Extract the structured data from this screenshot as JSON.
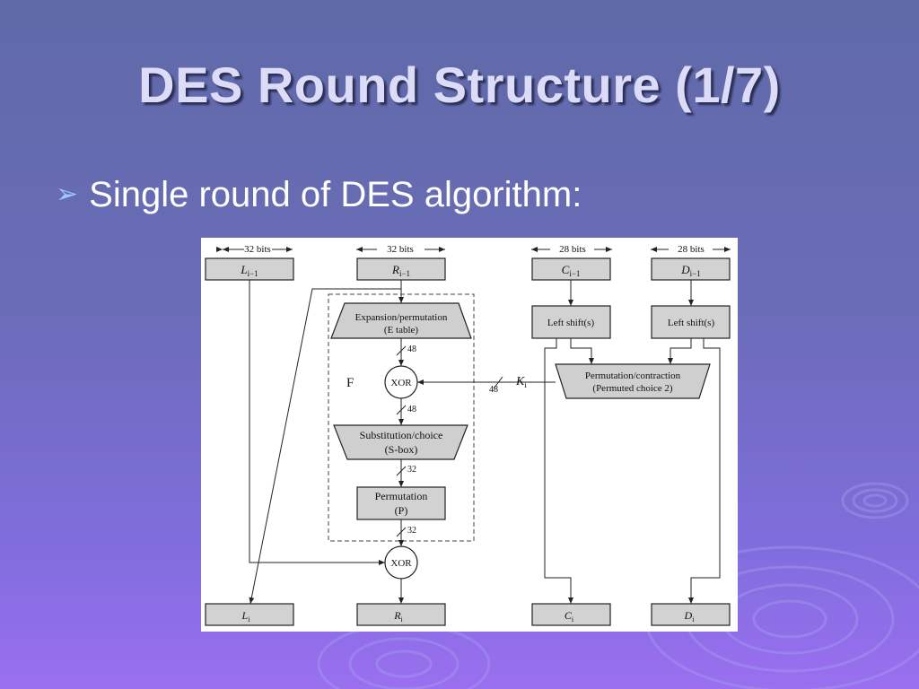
{
  "slide": {
    "title": "DES Round Structure (1/7)",
    "bullet": "Single round of DES algorithm:",
    "bullet_icon": "arrow-bullet-icon"
  },
  "diagram": {
    "widths": [
      "32 bits",
      "32 bits",
      "28 bits",
      "28 bits"
    ],
    "top_registers": [
      {
        "var": "L",
        "sub": "i−1"
      },
      {
        "var": "R",
        "sub": "i−1"
      },
      {
        "var": "C",
        "sub": "i−1"
      },
      {
        "var": "D",
        "sub": "i−1"
      }
    ],
    "bottom_registers": [
      {
        "var": "L",
        "sub": "i"
      },
      {
        "var": "R",
        "sub": "i"
      },
      {
        "var": "C",
        "sub": "i"
      },
      {
        "var": "D",
        "sub": "i"
      }
    ],
    "expansion": [
      "Expansion/permutation",
      "(E table)"
    ],
    "xor": "XOR",
    "f_label": "F",
    "substitution": [
      "Substitution/choice",
      "(S-box)"
    ],
    "permutation": [
      "Permutation",
      "(P)"
    ],
    "left_shift": "Left shift(s)",
    "pc2": [
      "Permutation/contraction",
      "(Permuted choice 2)"
    ],
    "key": {
      "var": "K",
      "sub": "i"
    },
    "bus_widths": {
      "e_out": "48",
      "xor_out": "48",
      "s_out": "32",
      "p_out": "32",
      "key": "48"
    }
  }
}
